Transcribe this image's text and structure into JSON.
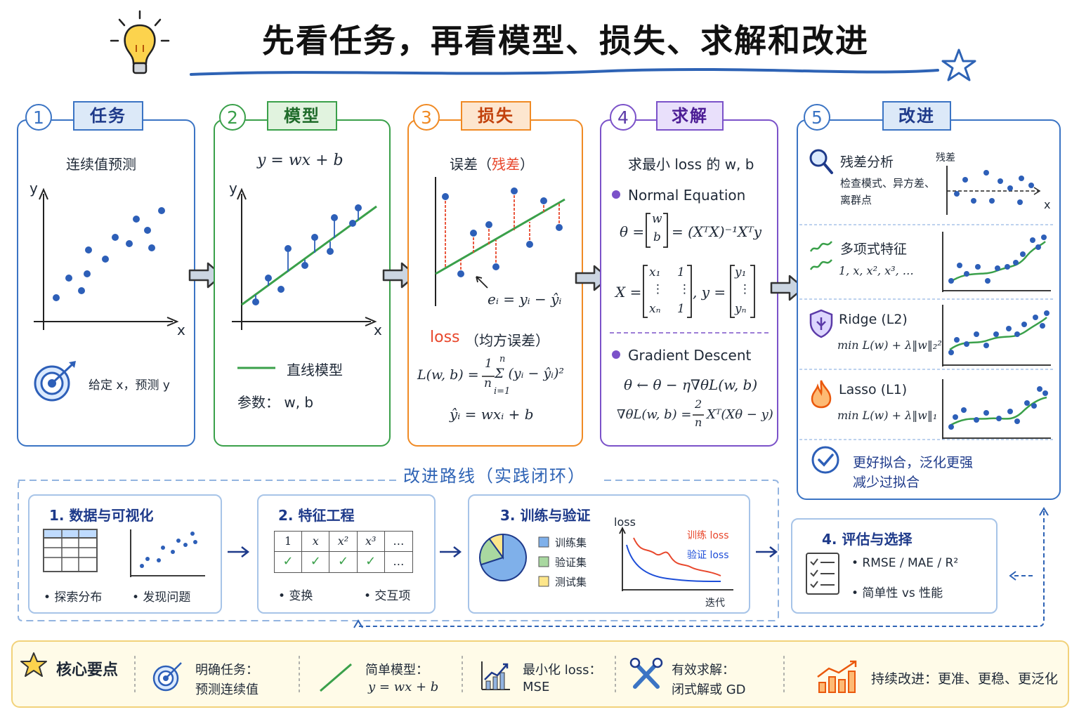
{
  "title": "先看任务，再看模型、损失、求解和改进",
  "colors": {
    "blue": "#3b74c4",
    "green": "#3aa04a",
    "orange": "#f08a24",
    "purple": "#7b52c9",
    "red": "#e8472c",
    "navy": "#1e3a8a"
  },
  "cards": {
    "task": {
      "num": "1",
      "tag": "任务",
      "heading": "连续值预测",
      "y_label": "y",
      "x_label": "x",
      "caption": "给定 x，预测 y"
    },
    "model": {
      "num": "2",
      "tag": "模型",
      "formula": "y = wx + b",
      "y_label": "y",
      "x_label": "x",
      "legend": "直线模型",
      "params": "参数：  w, b"
    },
    "loss": {
      "num": "3",
      "tag": "损失",
      "heading_a": "误差（",
      "heading_b": "残差",
      "heading_c": "）",
      "residual_formula": "eᵢ = yᵢ − ŷᵢ",
      "loss_word": "loss",
      "loss_note": "（均方误差）",
      "formula_lhs": "L(w, b) =",
      "formula_rhs": "Σ (yᵢ − ŷᵢ)²",
      "frac_num": "1",
      "frac_den": "n",
      "sum_top": "n",
      "sum_bottom": "i=1",
      "pred_formula": "ŷᵢ = wxᵢ + b"
    },
    "solve": {
      "num": "4",
      "tag": "求解",
      "heading": "求最小 loss 的 w, b",
      "method1": "Normal Equation",
      "theta_eq_a": "θ =",
      "theta_vec_top": "w",
      "theta_vec_bot": "b",
      "theta_eq_b": "= (XᵀX)⁻¹Xᵀy",
      "x_eq": "X =",
      "x_m11": "x₁",
      "x_m12": "1",
      "x_mdots": "⋮",
      "x_mn1": "xₙ",
      "x_mn2": "1",
      "y_eq": ", y =",
      "y_v1": "y₁",
      "y_vn": "yₙ",
      "method2": "Gradient Descent",
      "gd_update": "θ ← θ − η∇θL(w, b)",
      "gd_grad_a": "∇θL(w, b) =",
      "gd_frac_num": "2",
      "gd_frac_den": "n",
      "gd_grad_b": "Xᵀ(Xθ − y)"
    },
    "improve": {
      "num": "5",
      "tag": "改进",
      "items": [
        {
          "title": "残差分析",
          "desc1": "检查模式、异方差、",
          "desc2": "离群点",
          "chart_ylabel": "残差",
          "chart_xlabel": "x"
        },
        {
          "title": "多项式特征",
          "desc1": "1, x, x², x³, …"
        },
        {
          "title": "Ridge (L2)",
          "desc1": "min L(w) + λ‖w‖₂²"
        },
        {
          "title": "Lasso (L1)",
          "desc1": "min L(w) + λ‖w‖₁"
        }
      ],
      "result1": "更好拟合，泛化更强",
      "result2": "减少过拟合"
    }
  },
  "route": {
    "title": "改进路线（实践闭环）",
    "steps": [
      {
        "title": "1. 数据与可视化",
        "b1": "• 探索分布",
        "b2": "• 发现问题"
      },
      {
        "title": "2. 特征工程",
        "cells": [
          "1",
          "x",
          "x²",
          "x³",
          "…"
        ],
        "b1": "• 变换",
        "b2": "• 交互项"
      },
      {
        "title": "3. 训练与验证",
        "legend": [
          "训练集",
          "验证集",
          "测试集"
        ],
        "pie_values": [
          0.7,
          0.2,
          0.1
        ],
        "train_loss": "训练 loss",
        "val_loss": "验证 loss",
        "loss_axis": "loss",
        "iter_axis": "迭代"
      },
      {
        "title": "4. 评估与选择",
        "b1": "• RMSE / MAE / R²",
        "b2": "• 简单性 vs 性能"
      }
    ]
  },
  "summary": {
    "label": "核心要点",
    "items": [
      {
        "l1": "明确任务：",
        "l2": "预测连续值"
      },
      {
        "l1": "简单模型：",
        "l2": "y = wx + b"
      },
      {
        "l1": "最小化 loss：",
        "l2": "MSE"
      },
      {
        "l1": "有效求解：",
        "l2": "闭式解或 GD"
      },
      {
        "l1": "持续改进：更准、更稳、更泛化",
        "l2": ""
      }
    ]
  }
}
